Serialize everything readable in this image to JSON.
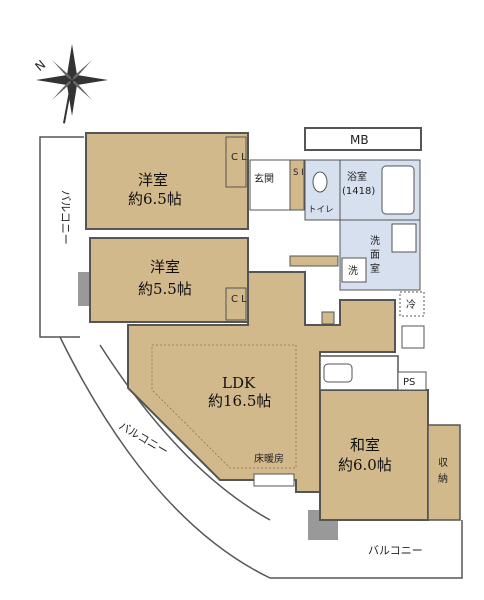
{
  "compass": {
    "north": "N"
  },
  "rooms": {
    "western1": {
      "name": "洋室",
      "size": "約6.5帖"
    },
    "western2": {
      "name": "洋室",
      "size": "約5.5帖"
    },
    "ldk": {
      "name": "LDK",
      "size": "約16.5帖",
      "floor_heating": "床暖房"
    },
    "japanese": {
      "name": "和室",
      "size": "約6.0帖"
    }
  },
  "labels": {
    "mb": "MB",
    "entrance": "玄関",
    "sic": "S I C",
    "toilet": "トイレ",
    "bath": "浴室",
    "bath_size": "(1418)",
    "washroom": "洗\n面\n室",
    "washer": "洗",
    "fridge": "冷",
    "ps": "PS",
    "closet1": "C L",
    "closet2": "C L",
    "storage": "収\n納"
  },
  "balconies": {
    "left": "バルコニー",
    "diagonal": "バルコニー",
    "bottom": "バルコニー"
  },
  "colors": {
    "room_fill": "#d2b98c",
    "wet_fill": "#d6e0ef",
    "white_fill": "#ffffff",
    "wall": "#555555",
    "pillar": "#999999"
  }
}
